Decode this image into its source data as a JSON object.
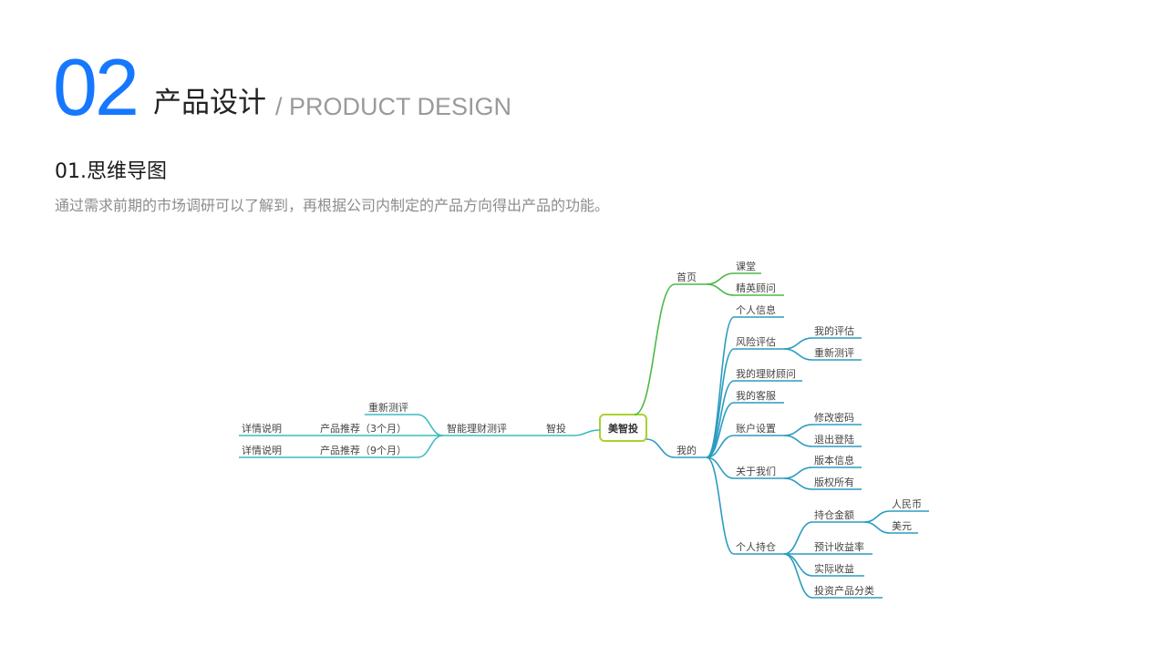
{
  "header": {
    "number": "02",
    "title": "产品设计",
    "subtitle": "/ PRODUCT DESIGN"
  },
  "section": {
    "title": "01.思维导图",
    "description": "通过需求前期的市场调研可以了解到，再根据公司内制定的产品方向得出产品的功能。"
  },
  "colors": {
    "accent": "#1677ff",
    "green": "#4cb848",
    "teal": "#2b9cc0",
    "cyan": "#3dbcc0",
    "root_border": "#a8d230"
  },
  "mindmap": {
    "root": "美智投",
    "labels": {
      "shouye": "首页",
      "ketang": "课堂",
      "jingying": "精英顾问",
      "wode": "我的",
      "gerenxinxi": "个人信息",
      "fengxian": "风险评估",
      "wodepinggu": "我的评估",
      "chongxin1": "重新测评",
      "licaiguwen": "我的理财顾问",
      "kefu": "我的客服",
      "zhanghu": "账户设置",
      "xiugai": "修改密码",
      "tuichu": "退出登陆",
      "guanyu": "关于我们",
      "banben": "版本信息",
      "banquan": "版权所有",
      "chicang": "个人持仓",
      "chicangjine": "持仓金额",
      "rmb": "人民币",
      "usd": "美元",
      "yuji": "预计收益率",
      "shiji": "实际收益",
      "fenlei": "投资产品分类",
      "zhitou": "智投",
      "zhineng": "智能理财测评",
      "chongxin2": "重新测评",
      "tuijian3": "产品推荐（3个月）",
      "tuijian9": "产品推荐（9个月）",
      "xiangqing": "详情说明"
    }
  }
}
